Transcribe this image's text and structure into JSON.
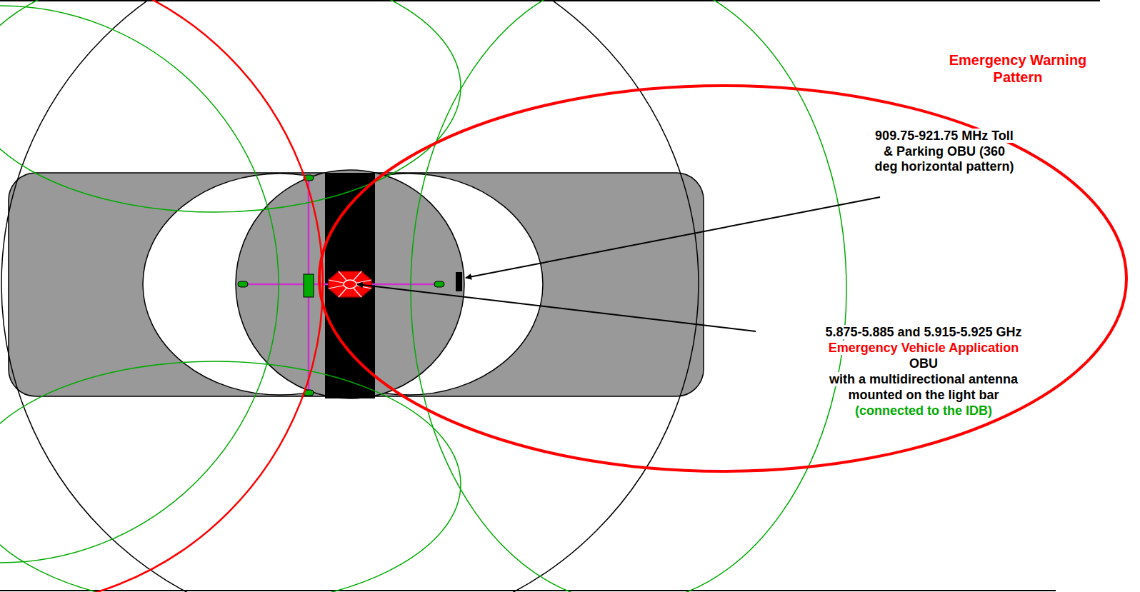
{
  "diagram": {
    "labels": [
      "Emergency Warning Pattern",
      "909.75-921.75 MHz Toll & Parking OBU (360 deg horizontal pattern)",
      "5.875-5.885 and 5.915-5.925 GHz",
      "Emergency Vehicle Application",
      "OBU",
      "with a multidirectional antenna mounted on the light bar",
      "(connected to the IDB)"
    ]
  }
}
